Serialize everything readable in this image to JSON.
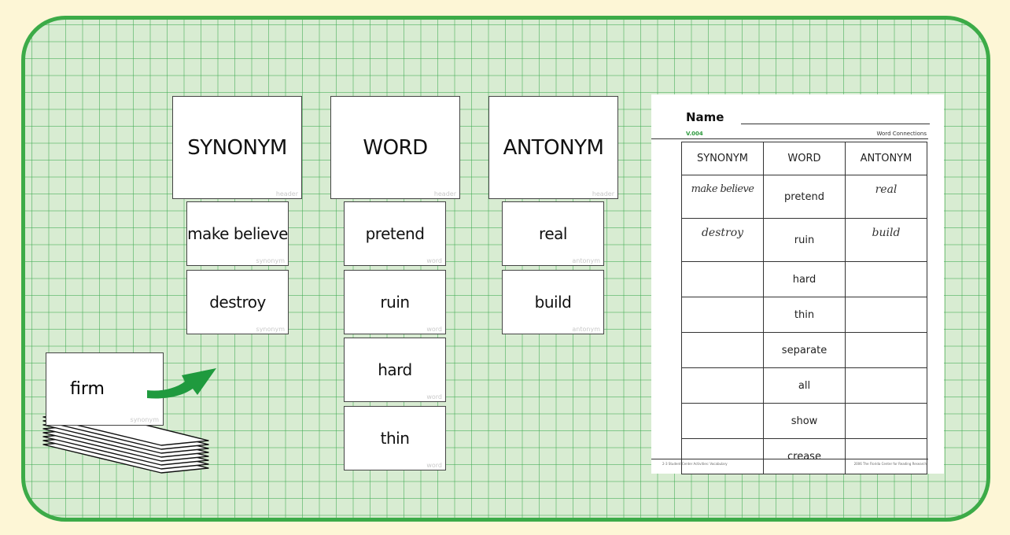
{
  "header_cards": [
    {
      "word": "SYNONYM",
      "tag": "header"
    },
    {
      "word": "WORD",
      "tag": "header"
    },
    {
      "word": "ANTONYM",
      "tag": "header"
    }
  ],
  "synonym_cards": [
    {
      "word": "make believe",
      "tag": "synonym"
    },
    {
      "word": "destroy",
      "tag": "synonym"
    }
  ],
  "word_cards": [
    {
      "word": "pretend",
      "tag": "word"
    },
    {
      "word": "ruin",
      "tag": "word"
    },
    {
      "word": "hard",
      "tag": "word"
    },
    {
      "word": "thin",
      "tag": "word"
    }
  ],
  "antonym_cards": [
    {
      "word": "real",
      "tag": "antonym"
    },
    {
      "word": "build",
      "tag": "antonym"
    }
  ],
  "stack": {
    "top_card_word": "firm",
    "top_card_tag": "synonym"
  },
  "arrow": {
    "color": "#1f9a3e"
  },
  "worksheet": {
    "name_label": "Name",
    "code": "V.004",
    "subtitle": "Word Connections",
    "columns": [
      "SYNONYM",
      "WORD",
      "ANTONYM"
    ],
    "rows": [
      [
        "make believe",
        "pretend",
        "real"
      ],
      [
        "destroy",
        "ruin",
        "build"
      ],
      [
        "",
        "hard",
        ""
      ],
      [
        "",
        "thin",
        ""
      ],
      [
        "",
        "separate",
        ""
      ],
      [
        "",
        "all",
        ""
      ],
      [
        "",
        "show",
        ""
      ],
      [
        "",
        "crease",
        ""
      ]
    ],
    "footer_left": "2-3 Student Center Activities: Vocabulary",
    "footer_right": "2006 The Florida Center for Reading Research"
  },
  "colors": {
    "board_border": "#3cab48",
    "board_fill": "#d8ecd2",
    "page_bg": "#fdf6d6",
    "worksheet_code": "#2e9a3e"
  }
}
